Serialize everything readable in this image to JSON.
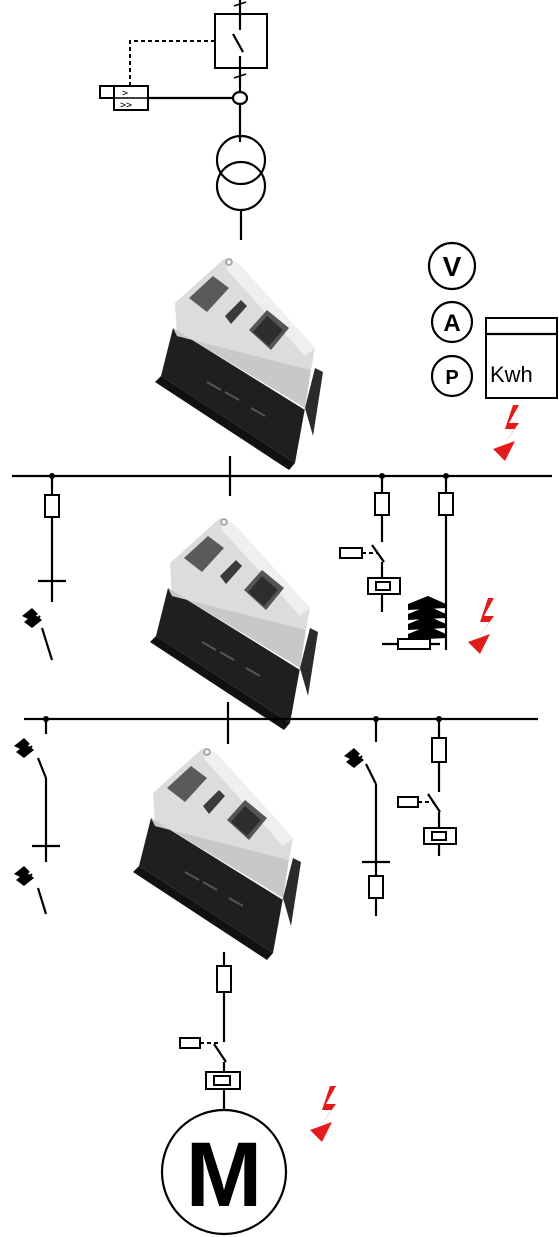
{
  "meters": {
    "voltmeter": "V",
    "ammeter": "A",
    "powermeter": "P",
    "energy_meter": "Kwh"
  },
  "relay": {
    "overcurrent": ">",
    "short_circuit": ">>"
  },
  "motor": {
    "label": "M"
  },
  "colors": {
    "line": "#000000",
    "lightning": "#e31b1b",
    "device_body_light": "#dcdcdc",
    "device_body_dark": "#1e1e1e"
  },
  "icons": [
    "transformer-icon",
    "breaker-icon",
    "fuse-icon",
    "lightning-icon",
    "sensor-icon",
    "monitoring-device-icon",
    "motor-icon"
  ]
}
